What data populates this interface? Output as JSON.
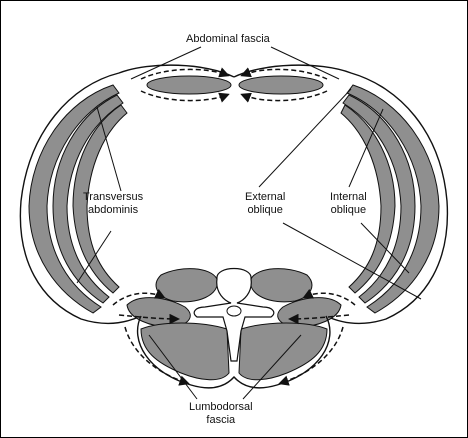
{
  "labels": {
    "abdominal_fascia": "Abdominal fascia",
    "transversus_line1": "Transversus",
    "transversus_line2": "abdominis",
    "external_line1": "External",
    "external_line2": "oblique",
    "internal_line1": "Internal",
    "internal_line2": "oblique",
    "lumbodorsal_line1": "Lumbodorsal",
    "lumbodorsal_line2": "fascia"
  },
  "colors": {
    "muscle_fill": "#8f8f8f",
    "outline": "#111111",
    "background": "#ffffff"
  }
}
